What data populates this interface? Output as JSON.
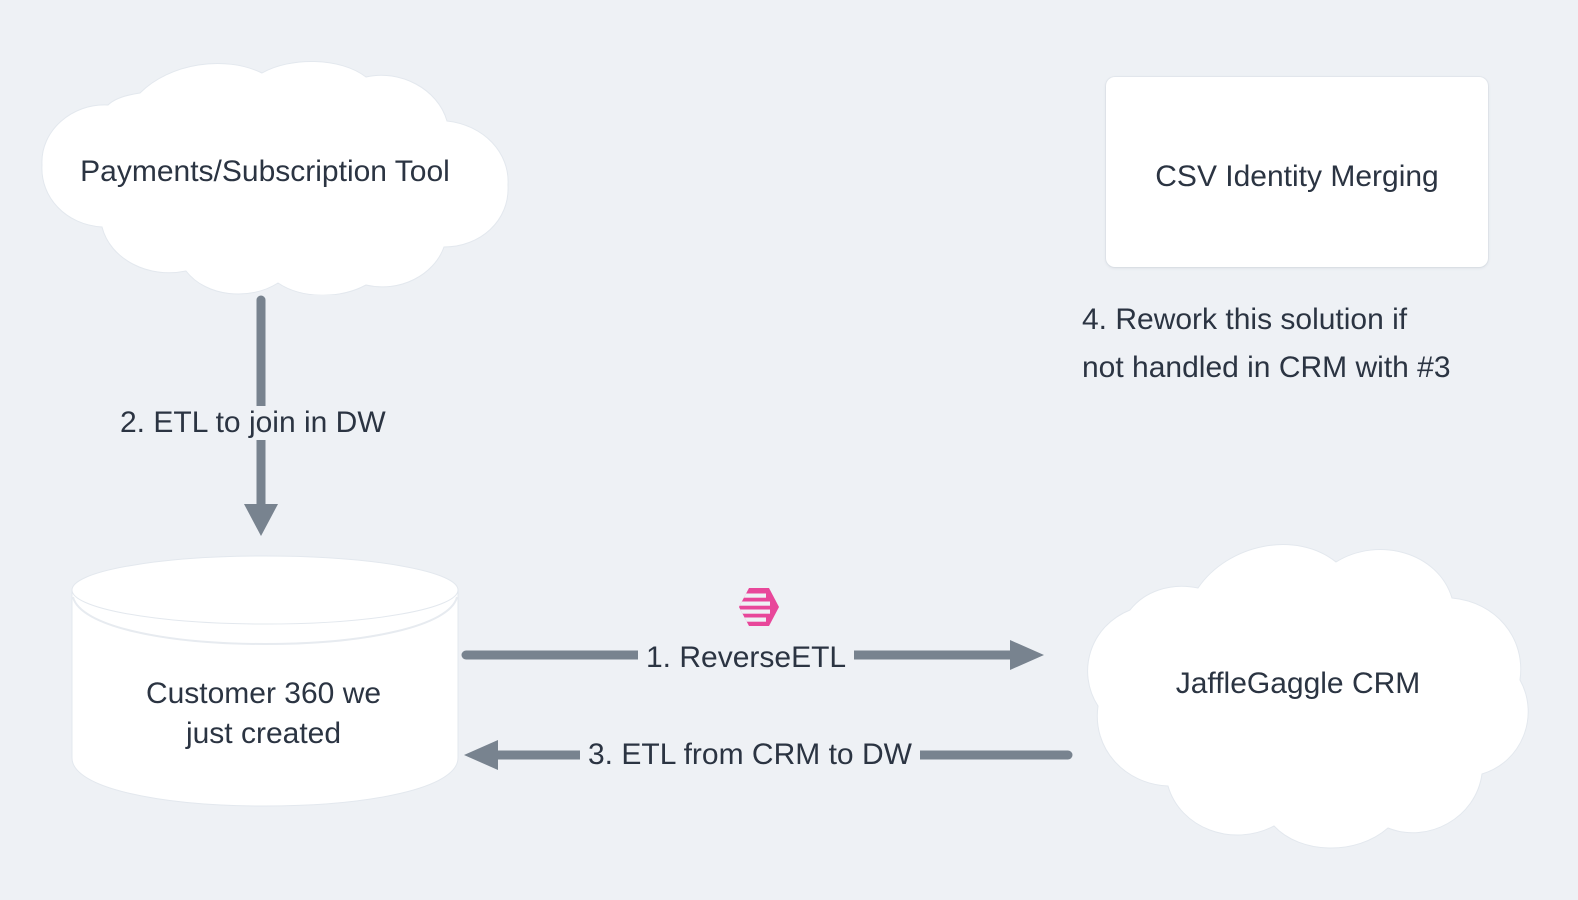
{
  "diagram": {
    "background_color": "#eef1f5",
    "text_color": "#2b3442",
    "connector_color": "#78838f",
    "accent_color": "#e8479a",
    "nodes": [
      {
        "id": "payments",
        "shape": "cloud",
        "label": "Payments/Subscription Tool"
      },
      {
        "id": "csv",
        "shape": "rectangle",
        "label": "CSV Identity Merging"
      },
      {
        "id": "warehouse",
        "shape": "cylinder",
        "label": "Customer 360 we\njust created"
      },
      {
        "id": "crm",
        "shape": "cloud",
        "label": "JaffleGaggle CRM"
      }
    ],
    "edges": [
      {
        "id": "etl-join",
        "label": "2. ETL to join in DW",
        "from": "payments",
        "to": "warehouse",
        "direction": "down"
      },
      {
        "id": "reverse-etl",
        "label": "1. ReverseETL",
        "from": "warehouse",
        "to": "crm",
        "direction": "right"
      },
      {
        "id": "etl-crm",
        "label": "3. ETL from CRM to DW",
        "from": "crm",
        "to": "warehouse",
        "direction": "left"
      }
    ],
    "annotations": [
      {
        "id": "csv-note",
        "text": "4. Rework this solution if\nnot handled in CRM with #3"
      }
    ],
    "icons": [
      {
        "id": "hightouch",
        "name": "hightouch-logo-icon",
        "color": "#e8479a"
      }
    ]
  }
}
